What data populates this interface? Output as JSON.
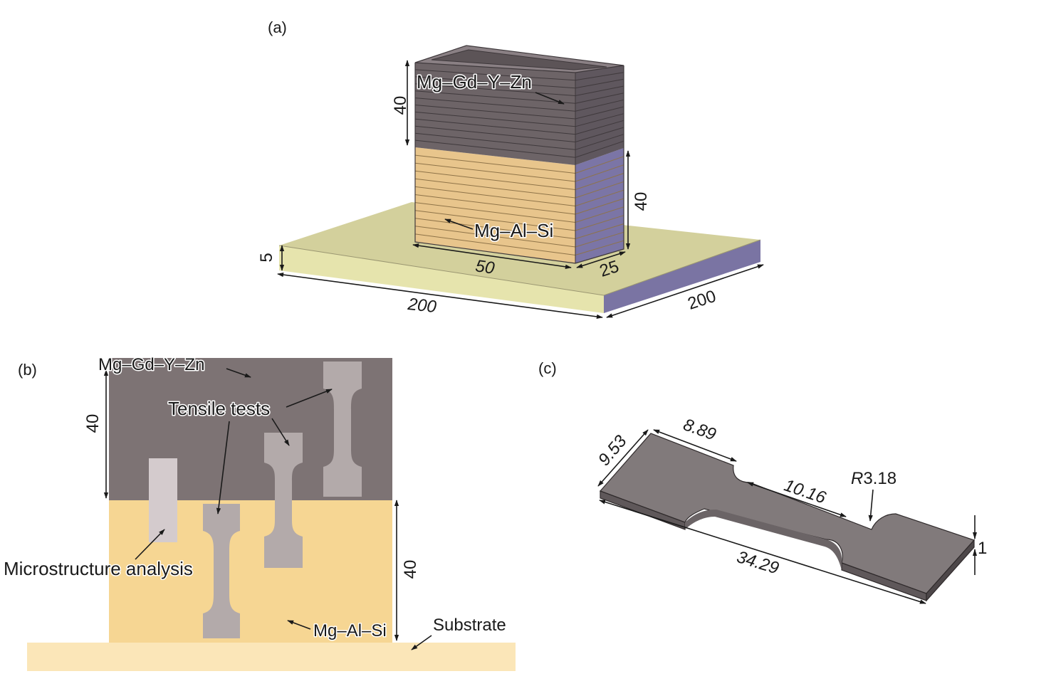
{
  "colors": {
    "upper_alloy": "#7d7374",
    "lower_alloy": "#f6d693",
    "substrate_light": "#fbe6b8",
    "substrate_plate": "#d3d09c",
    "side_purple": "#7b75a6",
    "specimen": "#b3aaaa",
    "specimen_light": "#d4cbcd",
    "specimen_c": "#817a7b"
  },
  "panel_a": {
    "panel_label": "(a)",
    "upper_alloy_label": "Mg–Gd–Y–Zn",
    "lower_alloy_label": "Mg–Al–Si",
    "dim_upper_height": "40",
    "dim_lower_height": "40",
    "dim_wall_length": "50",
    "dim_wall_width": "25",
    "dim_substrate_thickness": "5",
    "dim_substrate_length": "200",
    "dim_substrate_width": "200"
  },
  "panel_b": {
    "panel_label": "(b)",
    "upper_alloy_label": "Mg–Gd–Y–Zn",
    "tensile_label": "Tensile tests",
    "microstructure_label": "Microstructure analysis",
    "lower_alloy_label": "Mg–Al–Si",
    "substrate_label": "Substrate",
    "dim_upper_height": "40",
    "dim_lower_height": "40"
  },
  "panel_c": {
    "panel_label": "(c)",
    "dim_grip_width": "9.53",
    "dim_grip_length": "8.89",
    "dim_gauge_length": "10.16",
    "dim_radius_prefix": "R",
    "dim_radius_value": "3.18",
    "dim_total_length": "34.29",
    "dim_thickness": "1"
  }
}
